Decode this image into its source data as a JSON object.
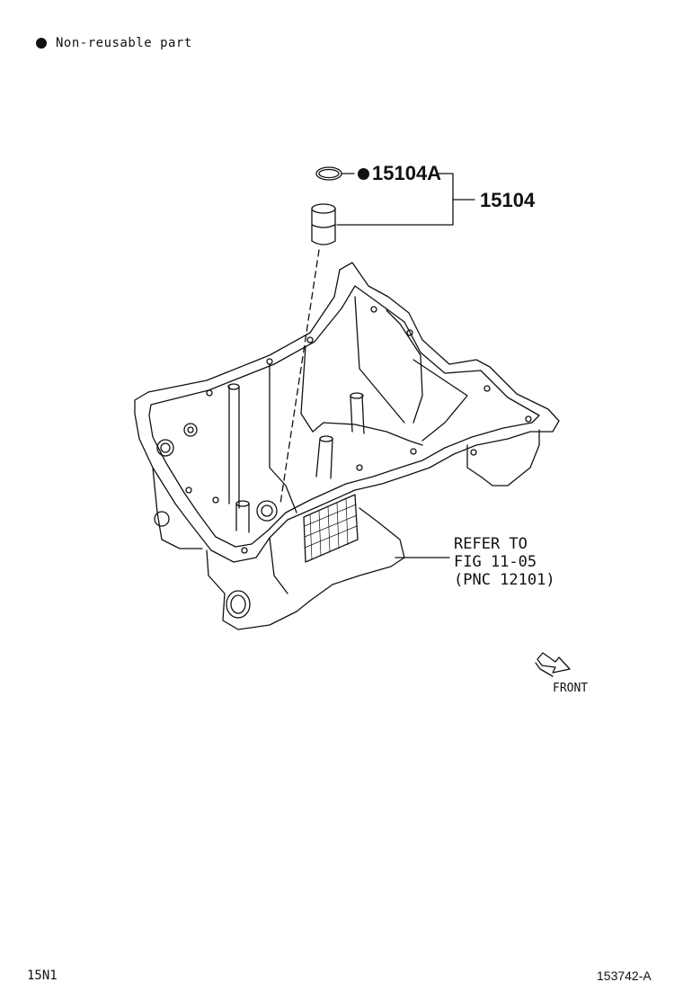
{
  "legend": {
    "text": "Non-reusable part",
    "icon": "filled-circle"
  },
  "callouts": {
    "seal": "15104A",
    "assembly": "15104"
  },
  "reference": {
    "lines": [
      "REFER TO",
      "FIG 11-05",
      "(PNC 12101)"
    ]
  },
  "front_label": "FRONT",
  "footer": {
    "left": "15N1",
    "right": "153742-A"
  }
}
